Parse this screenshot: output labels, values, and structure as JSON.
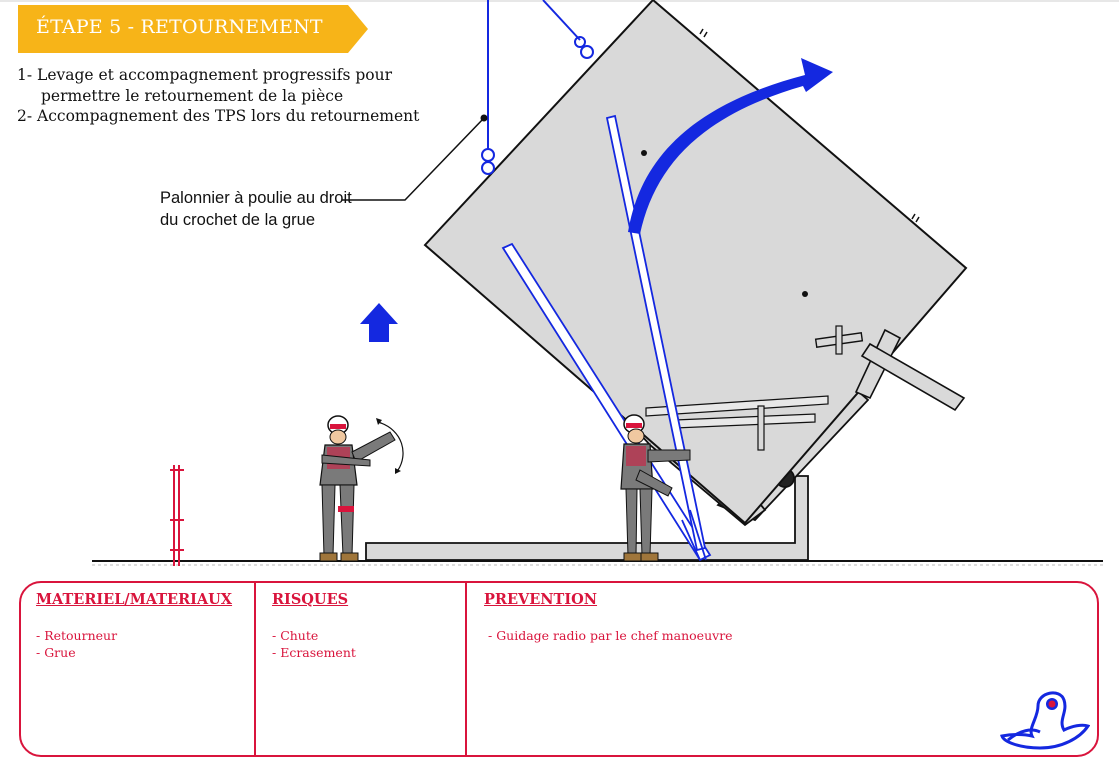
{
  "header": {
    "title": "ÉTAPE 5 - RETOURNEMENT",
    "banner_color": "#f7b418"
  },
  "steps": {
    "line1": "1- Levage et accompagnement progressifs pour",
    "line1_cont": "permettre le retournement de la pièce",
    "line2": "2- Accompagnement des TPS lors du retournement"
  },
  "callout": {
    "text": "Palonnier à poulie au droit du crochet de la grue"
  },
  "panel": {
    "border_color": "#d9143c",
    "materiel": {
      "title": "MATERIEL/MATERIAUX",
      "items": [
        "- Retourneur",
        "- Grue"
      ]
    },
    "risques": {
      "title": "RISQUES",
      "items": [
        "- Chute",
        "- Ecrasement"
      ]
    },
    "prevention": {
      "title": "PREVENTION",
      "items": [
        "- Guidage radio par le chef manoeuvre"
      ]
    }
  },
  "colors": {
    "accent_blue": "#1428e0",
    "panel_fill": "#d9d9d9",
    "hazard_red": "#d9143c"
  }
}
